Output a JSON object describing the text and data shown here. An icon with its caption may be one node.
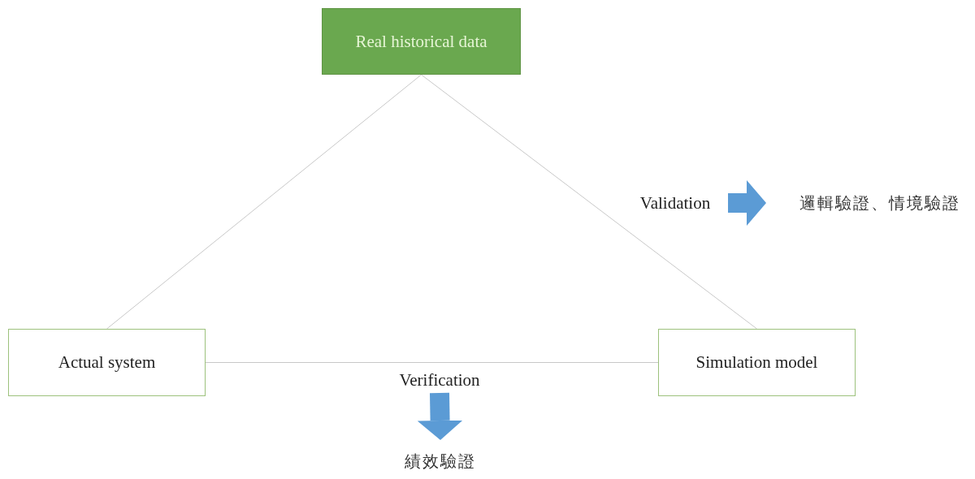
{
  "diagram": {
    "nodes": [
      {
        "text": [
          "Real historical data"
        ]
      },
      {
        "text": [
          "Actual system"
        ]
      },
      {
        "text": [
          "Simulation model"
        ]
      },
      {
        "text": [
          "Validation"
        ]
      },
      {
        "text": [
          "邏輯驗證、情境驗證"
        ]
      },
      {
        "text": [
          "Verification"
        ]
      },
      {
        "text": [
          "績效驗證"
        ]
      }
    ],
    "edges": [
      {
        "from": 0,
        "to": 1,
        "arrow": "none"
      },
      {
        "from": 0,
        "to": 2,
        "arrow": "none"
      },
      {
        "from": 1,
        "to": 2,
        "arrow": "none"
      },
      {
        "from": 3,
        "to": 4,
        "arrow": "to",
        "style": "thick",
        "color": "#5b9bd5"
      },
      {
        "from": 5,
        "to": 6,
        "arrow": "to",
        "style": "thick",
        "color": "#5b9bd5"
      }
    ]
  }
}
